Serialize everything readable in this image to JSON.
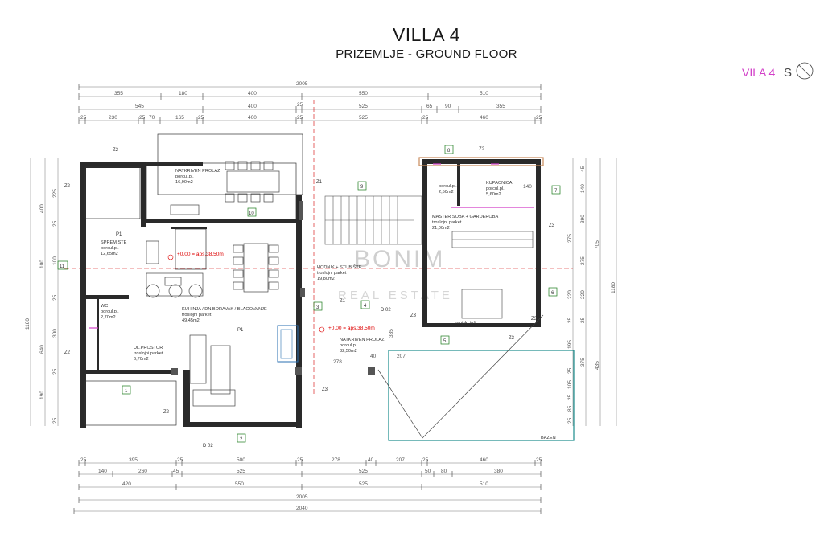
{
  "title": "VILLA 4",
  "subtitle": "PRIZEMLJE - GROUND FLOOR",
  "orientation": {
    "label": "VILA 4",
    "north": "S"
  },
  "watermark": {
    "line1": "BONIM",
    "line2": "REAL ESTATE"
  },
  "dims_top": {
    "row1": [
      "2005"
    ],
    "row2": [
      "355",
      "180",
      "400",
      "550",
      "510"
    ],
    "row3": [
      "545",
      "400",
      "25",
      "525",
      "65",
      "90",
      "355"
    ],
    "row4": [
      "25",
      "230",
      "25",
      "70",
      "165",
      "25",
      "400",
      "25",
      "525",
      "25",
      "460",
      "25"
    ]
  },
  "dims_bottom": {
    "row1": [
      "25",
      "395",
      "25",
      "500",
      "25",
      "278",
      "40",
      "207",
      "25",
      "460",
      "25"
    ],
    "row2": [
      "140",
      "260",
      "45",
      "525",
      "525",
      "50",
      "80",
      "380"
    ],
    "row3": [
      "420",
      "550",
      "525",
      "510"
    ],
    "row4": [
      "2005"
    ],
    "row5": [
      "2040"
    ]
  },
  "dims_left": {
    "outer": "1180",
    "col2": [
      "400",
      "100",
      "640",
      "190"
    ],
    "col3": [
      "225",
      "25",
      "100",
      "25",
      "300",
      "25",
      "25"
    ]
  },
  "dims_right": {
    "outer": "1180",
    "col1": [
      "705",
      "435"
    ],
    "col2": [
      "45",
      "140",
      "390",
      "275",
      "220",
      "25",
      "375"
    ],
    "col3": [
      "275",
      "220",
      "25",
      "195",
      "25",
      "105",
      "25",
      "85",
      "25"
    ]
  },
  "rooms": {
    "natkriveni_prolaz_1": {
      "name": "NATKRIVEN PROLAZ",
      "floor": "porcul.pl.",
      "area": "16,90m2"
    },
    "spremiste": {
      "name": "SPREMIŠTE",
      "floor": "porcul.pl.",
      "area": "12,65m2"
    },
    "wc": {
      "name": "WC",
      "floor": "porcul.pl.",
      "area": "2,70m2"
    },
    "ul_prostor": {
      "name": "UL.PROSTOR",
      "floor": "troslojni parket",
      "area": "6,70m2"
    },
    "kuhinja": {
      "name": "KUHINJA / DN.BORAVAK / BLAGOVANJE",
      "floor": "troslojni parket",
      "area": "49,45m2"
    },
    "hodnik": {
      "name": "HODNIK + STUBIŠTE",
      "floor": "troslojni parket",
      "area": "19,80m2"
    },
    "natkriveni_prolaz_2": {
      "name": "NATKRIVEN PROLAZ",
      "floor": "porcul.pl.",
      "area": "32,50m2"
    },
    "kupaonica_1": {
      "name": "",
      "floor": "porcul.pl.",
      "area": "2,50m2"
    },
    "kupaonica_2": {
      "name": "KUPAONICA",
      "floor": "porcul.pl.",
      "area": "5,60m2"
    },
    "master": {
      "name": "MASTER SOBA + GARDEROBA",
      "floor": "troslojni parket",
      "area": "21,00m2"
    },
    "vanjski_tus": {
      "name": "vanjski tuš"
    },
    "bazen": {
      "name": "BAZEN"
    }
  },
  "levels": [
    {
      "text": "+0,00 = aps.38,50m"
    },
    {
      "text": "+0,00 = aps.38,50m"
    }
  ],
  "door_markers": [
    "1",
    "2",
    "3",
    "4",
    "5",
    "6",
    "7",
    "8",
    "9",
    "10",
    "11"
  ],
  "wall_tags": {
    "z1": "Z1",
    "z2": "Z2",
    "z3": "Z3",
    "p1": "P1",
    "d02": "D  02"
  },
  "misc_dims": {
    "stair_width": "335",
    "terrace_278": "278",
    "terrace_40": "40",
    "terrace_207": "207",
    "w140": "140"
  },
  "colors": {
    "wall": "#222222",
    "dimension": "#666666",
    "axis": "#d40000",
    "pool": "#1a8c8c",
    "accent_magenta": "#d23fc8",
    "terrace": "#c98a5a"
  }
}
